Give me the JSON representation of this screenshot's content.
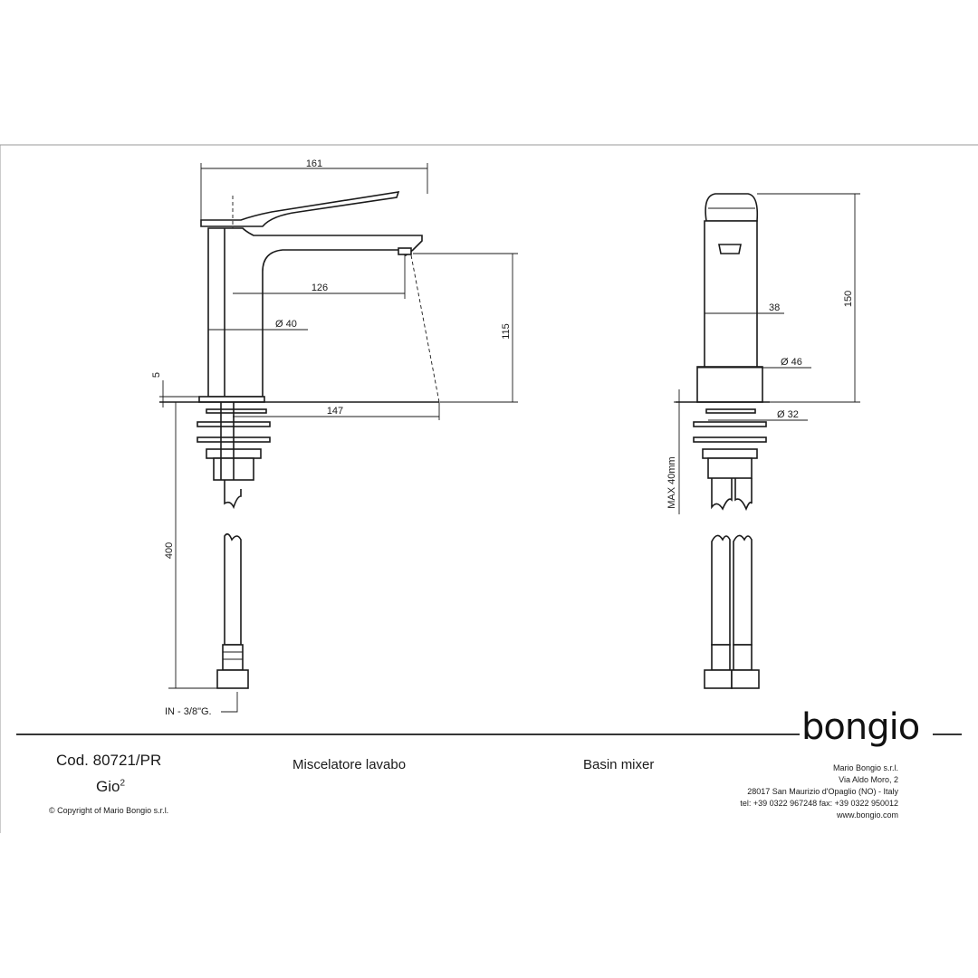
{
  "drawing": {
    "dimensions": {
      "total_length": "161",
      "spout_reach": "126",
      "diameter_body": "Ø 40",
      "spout_height": "115",
      "base_thickness": "5",
      "water_reach": "147",
      "flexible_length": "400",
      "inlet": "IN - 3/8\"G.",
      "total_height": "150",
      "width": "38",
      "diameter_base": "Ø 46",
      "diameter_shank": "Ø 32",
      "max_deck": "MAX 40mm"
    }
  },
  "titleblock": {
    "code": "Cod. 80721/PR",
    "model": "Gio",
    "model_sup": "2",
    "copyright": "© Copyright of Mario Bongio s.r.l.",
    "desc_it": "Miscelatore lavabo",
    "desc_en": "Basin mixer",
    "company": {
      "name": "Mario Bongio s.r.l.",
      "street": "Via Aldo Moro, 2",
      "city": "28017 San Maurizio d'Opaglio (NO) - Italy",
      "phone": "tel: +39 0322 967248     fax: +39 0322 950012",
      "web": "www.bongio.com"
    },
    "logo": "bongio"
  }
}
